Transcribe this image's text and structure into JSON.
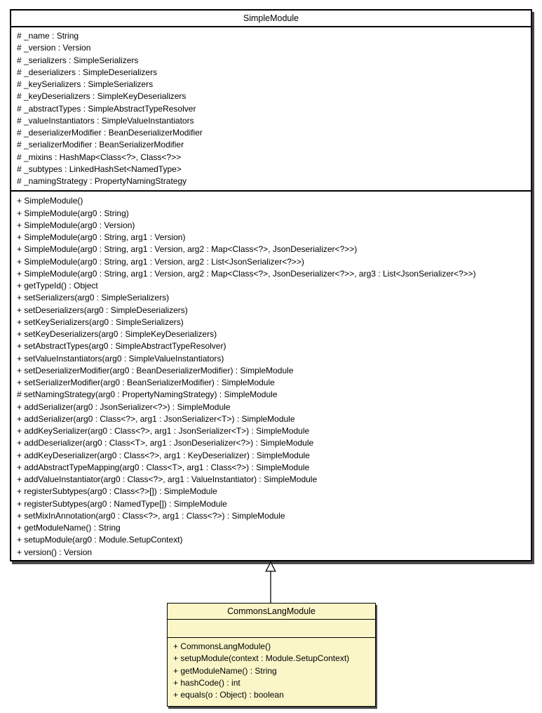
{
  "diagram": {
    "kind": "uml-class-diagram",
    "classes": [
      {
        "name": "SimpleModule",
        "fill": "#ffffff",
        "fields": [
          "# _name : String",
          "# _version : Version",
          "# _serializers : SimpleSerializers",
          "# _deserializers : SimpleDeserializers",
          "# _keySerializers : SimpleSerializers",
          "# _keyDeserializers : SimpleKeyDeserializers",
          "# _abstractTypes : SimpleAbstractTypeResolver",
          "# _valueInstantiators : SimpleValueInstantiators",
          "# _deserializerModifier : BeanDeserializerModifier",
          "# _serializerModifier : BeanSerializerModifier",
          "# _mixins : HashMap<Class<?>, Class<?>>",
          "# _subtypes : LinkedHashSet<NamedType>",
          "# _namingStrategy : PropertyNamingStrategy"
        ],
        "methods": [
          "+ SimpleModule()",
          "+ SimpleModule(arg0 : String)",
          "+ SimpleModule(arg0 : Version)",
          "+ SimpleModule(arg0 : String, arg1 : Version)",
          "+ SimpleModule(arg0 : String, arg1 : Version, arg2 : Map<Class<?>, JsonDeserializer<?>>)",
          "+ SimpleModule(arg0 : String, arg1 : Version, arg2 : List<JsonSerializer<?>>)",
          "+ SimpleModule(arg0 : String, arg1 : Version, arg2 : Map<Class<?>, JsonDeserializer<?>>, arg3 : List<JsonSerializer<?>>)",
          "+ getTypeId() : Object",
          "+ setSerializers(arg0 : SimpleSerializers)",
          "+ setDeserializers(arg0 : SimpleDeserializers)",
          "+ setKeySerializers(arg0 : SimpleSerializers)",
          "+ setKeyDeserializers(arg0 : SimpleKeyDeserializers)",
          "+ setAbstractTypes(arg0 : SimpleAbstractTypeResolver)",
          "+ setValueInstantiators(arg0 : SimpleValueInstantiators)",
          "+ setDeserializerModifier(arg0 : BeanDeserializerModifier) : SimpleModule",
          "+ setSerializerModifier(arg0 : BeanSerializerModifier) : SimpleModule",
          "# setNamingStrategy(arg0 : PropertyNamingStrategy) : SimpleModule",
          "+ addSerializer(arg0 : JsonSerializer<?>) : SimpleModule",
          "+ addSerializer(arg0 : Class<?>, arg1 : JsonSerializer<T>) : SimpleModule",
          "+ addKeySerializer(arg0 : Class<?>, arg1 : JsonSerializer<T>) : SimpleModule",
          "+ addDeserializer(arg0 : Class<T>, arg1 : JsonDeserializer<?>) : SimpleModule",
          "+ addKeyDeserializer(arg0 : Class<?>, arg1 : KeyDeserializer) : SimpleModule",
          "+ addAbstractTypeMapping(arg0 : Class<T>, arg1 : Class<?>) : SimpleModule",
          "+ addValueInstantiator(arg0 : Class<?>, arg1 : ValueInstantiator) : SimpleModule",
          "+ registerSubtypes(arg0 : Class<?>[]) : SimpleModule",
          "+ registerSubtypes(arg0 : NamedType[]) : SimpleModule",
          "+ setMixInAnnotation(arg0 : Class<?>, arg1 : Class<?>) : SimpleModule",
          "+ getModuleName() : String",
          "+ setupModule(arg0 : Module.SetupContext)",
          "+ version() : Version"
        ]
      },
      {
        "name": "CommonsLangModule",
        "fill": "#faf6c8",
        "fields": [],
        "methods": [
          "+ CommonsLangModule()",
          "+ setupModule(context : Module.SetupContext)",
          "+ getModuleName() : String",
          "+ hashCode() : int",
          "+ equals(o : Object) : boolean"
        ]
      }
    ],
    "relationships": [
      {
        "type": "generalization",
        "from": "CommonsLangModule",
        "to": "SimpleModule"
      }
    ],
    "colors": {
      "background": "#ffffff",
      "border": "#000000",
      "text": "#000000",
      "shadow": "#4a4a4a",
      "subclass_fill": "#faf6c8"
    }
  }
}
